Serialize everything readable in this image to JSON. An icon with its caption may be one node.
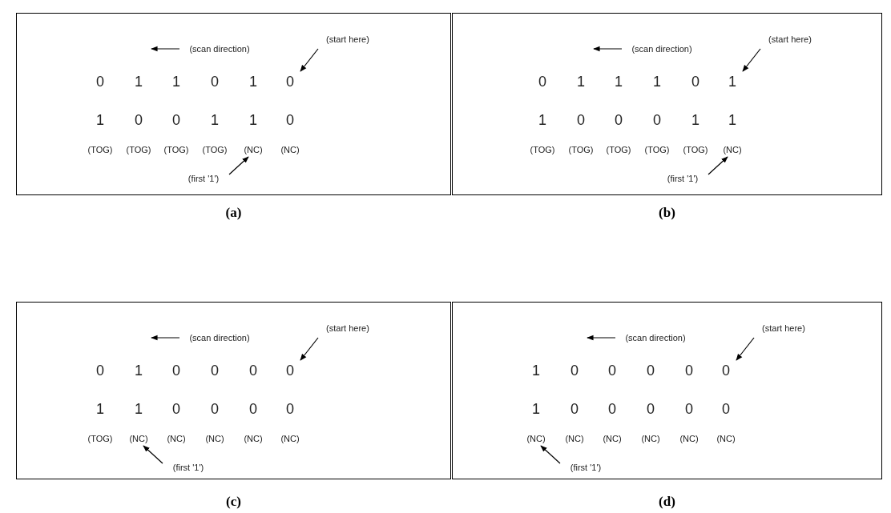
{
  "diagram": {
    "nodes": [
      {
        "text": [
          "(a)"
        ]
      },
      {
        "text": [
          "(start here)"
        ],
        "in": 0
      },
      {
        "text": [
          "0"
        ],
        "in": 0
      },
      {
        "text": [
          "(first '1')"
        ],
        "in": 0
      },
      {
        "text": [
          "(NC)"
        ],
        "in": 0
      },
      {
        "text": [
          "(b)"
        ]
      },
      {
        "text": [
          "(start here)"
        ],
        "in": 5
      },
      {
        "text": [
          "1"
        ],
        "in": 5
      },
      {
        "text": [
          "(first '1')"
        ],
        "in": 5
      },
      {
        "text": [
          "(NC)"
        ],
        "in": 5
      },
      {
        "text": [
          "(c)"
        ]
      },
      {
        "text": [
          "(start here)"
        ],
        "in": 10
      },
      {
        "text": [
          "0"
        ],
        "in": 10
      },
      {
        "text": [
          "(first '1')"
        ],
        "in": 10
      },
      {
        "text": [
          "(NC)"
        ],
        "in": 10
      },
      {
        "text": [
          "(d)"
        ]
      },
      {
        "text": [
          "(start here)"
        ],
        "in": 15
      },
      {
        "text": [
          "0"
        ],
        "in": 15
      },
      {
        "text": [
          "(first '1')"
        ],
        "in": 15
      },
      {
        "text": [
          "(NC)"
        ],
        "in": 15
      }
    ],
    "edges": [
      {
        "from": 1,
        "to": 2,
        "arrow": "to"
      },
      {
        "from": 3,
        "to": 4,
        "arrow": "to"
      },
      {
        "from": 6,
        "to": 7,
        "arrow": "to"
      },
      {
        "from": 8,
        "to": 9,
        "arrow": "to"
      },
      {
        "from": 11,
        "to": 12,
        "arrow": "to"
      },
      {
        "from": 13,
        "to": 14,
        "arrow": "to"
      },
      {
        "from": 16,
        "to": 17,
        "arrow": "to"
      },
      {
        "from": 18,
        "to": 19,
        "arrow": "to"
      }
    ],
    "labels": [
      "(scan direction)",
      "0",
      "1",
      "1",
      "0",
      "1",
      "1",
      "0",
      "0",
      "1",
      "1",
      "0",
      "(TOG)",
      "(TOG)",
      "(TOG)",
      "(TOG)",
      "(NC)",
      "(scan direction)",
      "0",
      "1",
      "1",
      "1",
      "0",
      "1",
      "0",
      "0",
      "0",
      "1",
      "1",
      "(TOG)",
      "(TOG)",
      "(TOG)",
      "(TOG)",
      "(TOG)",
      "(scan direction)",
      "0",
      "1",
      "0",
      "0",
      "0",
      "1",
      "1",
      "0",
      "0",
      "0",
      "0",
      "(TOG)",
      "(NC)",
      "(NC)",
      "(NC)",
      "(NC)",
      "(scan direction)",
      "1",
      "0",
      "0",
      "0",
      "0",
      "1",
      "0",
      "0",
      "0",
      "0",
      "0",
      "(NC)",
      "(NC)",
      "(NC)",
      "(NC)",
      "(NC)"
    ]
  }
}
